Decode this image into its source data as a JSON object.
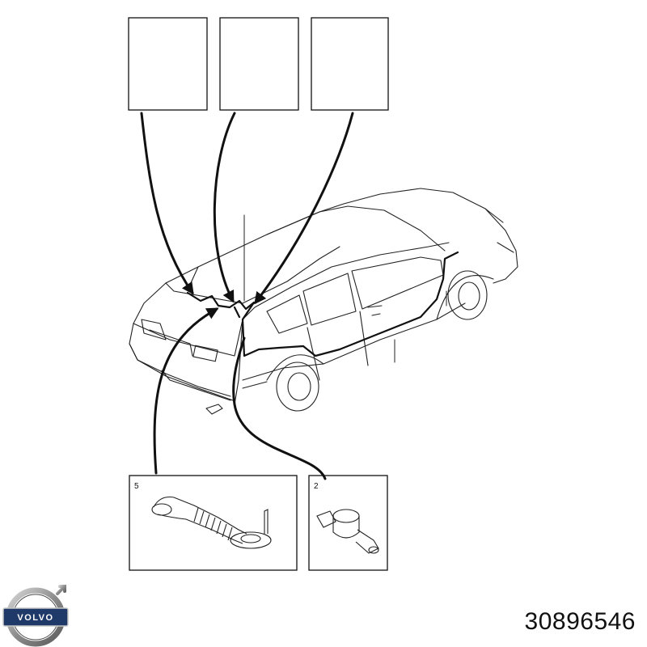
{
  "diagram": {
    "callouts": [
      {
        "label": "5"
      },
      {
        "label": "2"
      }
    ]
  },
  "brand": {
    "logo_text": "VOLVO",
    "logo_color": "#1f3a68",
    "ring_color": "#8c8c8c"
  },
  "part_number": "30896546"
}
